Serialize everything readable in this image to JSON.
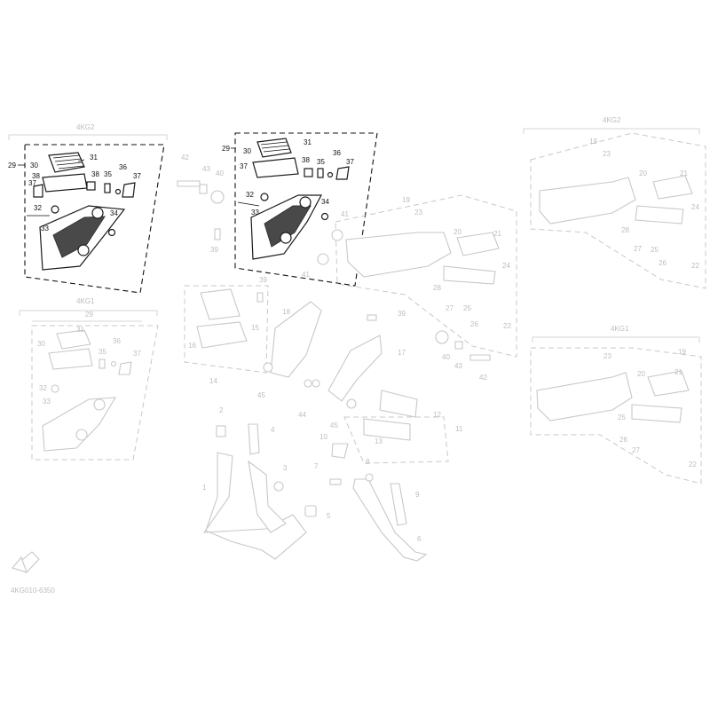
{
  "diagram_code": "4KG010-6350",
  "groups": {
    "top_left": "4KG2",
    "mid_left": "4KG1",
    "top_right": "4KG2",
    "mid_right": "4KG1"
  },
  "callouts": {
    "n1": "1",
    "n2": "2",
    "n3": "3",
    "n4": "4",
    "n5": "5",
    "n6": "6",
    "n7": "7",
    "n8": "8",
    "n9": "9",
    "n10": "10",
    "n11": "11",
    "n12": "12",
    "n13": "13",
    "n14": "14",
    "n15": "15",
    "n16": "16",
    "n17": "17",
    "n18": "18",
    "n19": "19",
    "n20": "20",
    "n21": "21",
    "n22": "22",
    "n23": "23",
    "n24": "24",
    "n25": "25",
    "n26": "26",
    "n27": "27",
    "n28": "28",
    "n29": "29",
    "n30": "30",
    "n31": "31",
    "n32": "32",
    "n33": "33",
    "n34": "34",
    "n35": "35",
    "n36": "36",
    "n37": "37",
    "n38": "38",
    "n39": "39",
    "n40": "40",
    "n41": "41",
    "n42": "42",
    "n43": "43",
    "n44": "44",
    "n45": "45"
  },
  "colors": {
    "highlight": "#111111",
    "faded": "#bdbdbd",
    "background": "#ffffff"
  },
  "icons": {
    "front_arrow": "front-direction-arrow-icon"
  }
}
